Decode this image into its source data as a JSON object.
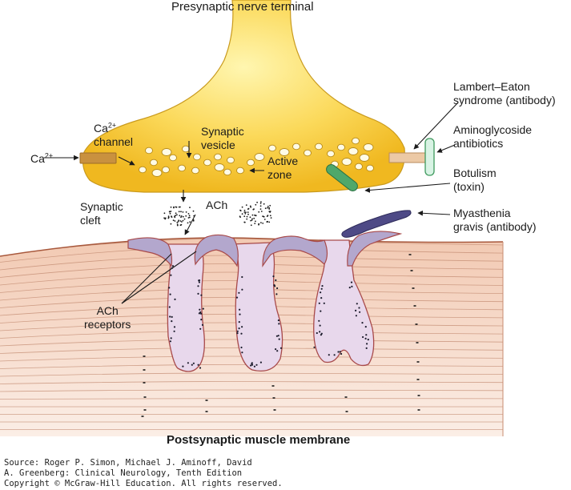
{
  "labels": {
    "presynaptic_terminal": "Presynaptic nerve terminal",
    "ca_channel": {
      "ion": "Ca",
      "charge": "2+",
      "word": "channel"
    },
    "ca_ion": {
      "ion": "Ca",
      "charge": "2+"
    },
    "synaptic_vesicle": [
      "Synaptic",
      "vesicle"
    ],
    "active_zone": [
      "Active",
      "zone"
    ],
    "synaptic_cleft": [
      "Synaptic",
      "cleft"
    ],
    "ach": "ACh",
    "ach_receptors": [
      "ACh",
      "receptors"
    ],
    "lambert_eaton": [
      "Lambert–Eaton",
      "syndrome (antibody)"
    ],
    "aminoglycoside": [
      "Aminoglycoside",
      "antibiotics"
    ],
    "botulism": [
      "Botulism",
      "(toxin)"
    ],
    "myasthenia": [
      "Myasthenia",
      "gravis (antibody)"
    ],
    "postsynaptic": "Postsynaptic muscle membrane"
  },
  "source_lines": [
    "Source: Roger P. Simon, Michael J. Aminoff, David",
    "A. Greenberg: Clinical Neurology, Tenth Edition",
    "Copyright © McGraw-Hill Education. All rights reserved."
  ],
  "colors": {
    "terminal_fill": "#f7c93a",
    "terminal_light": "#fff3a8",
    "muscle_fill": "#f6d9c9",
    "muscle_line": "#b06a4c",
    "fold_fill": "#e6d6ea",
    "receptor_fill": "#b3a7cd",
    "ca_channel": "#c9913f",
    "lambert_channel": "#ecc9a5",
    "aminoglycoside": "#d8f3e4",
    "botulism": "#4fa86a",
    "myasthenia_antibody": "#4e4a86"
  }
}
